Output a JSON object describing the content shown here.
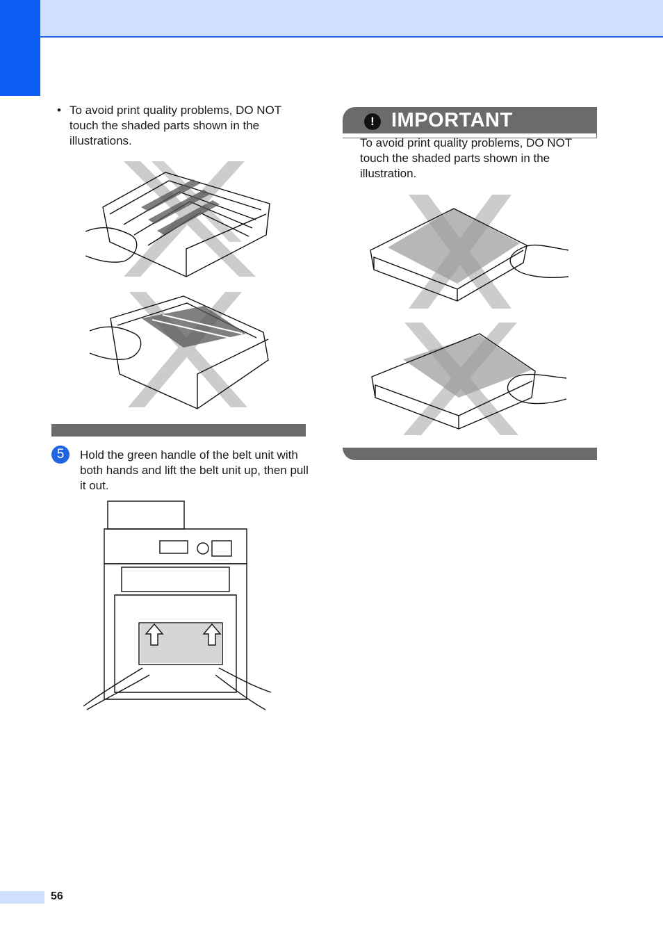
{
  "header": {
    "accent_color": "#0a5cf2",
    "band_color": "#cfe0ff"
  },
  "left": {
    "bullet_mark": "•",
    "bullet_text": "To avoid print quality problems, DO NOT touch the shaded parts shown in the illustrations.",
    "step": {
      "number": "5",
      "text": "Hold the green handle of the belt unit with both hands and lift the belt unit up, then pull it out."
    }
  },
  "important": {
    "icon": "exclamation-icon",
    "icon_glyph": "!",
    "title": "IMPORTANT",
    "text": "To avoid print quality problems, DO NOT touch the shaded parts shown in the illustration."
  },
  "footer": {
    "page_number": "56"
  }
}
